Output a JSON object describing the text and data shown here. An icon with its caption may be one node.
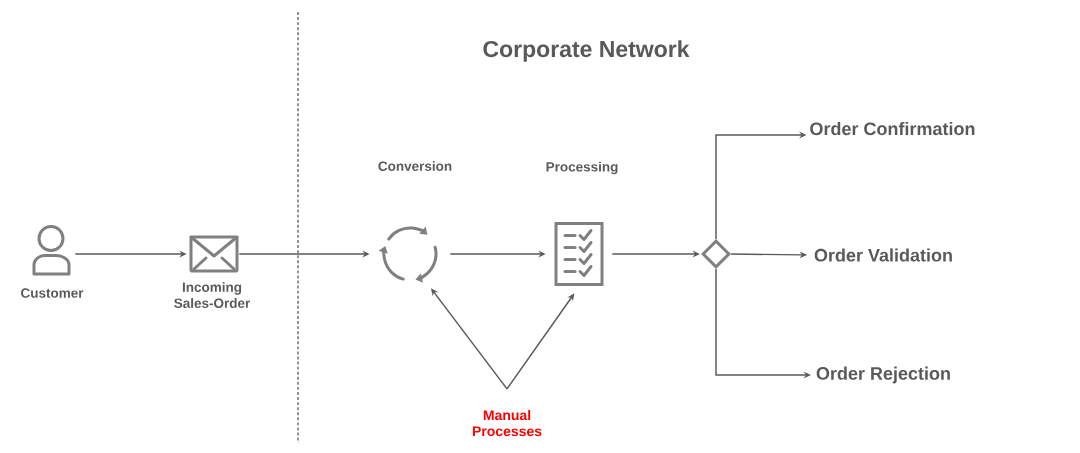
{
  "diagram": {
    "title": "Corporate Network",
    "nodes": [
      {
        "text": [],
        "shape": "person",
        "beside": [
          "Customer"
        ]
      },
      {
        "text": [],
        "shape": "picture",
        "beside": [
          "Incoming Sales-Order"
        ]
      },
      {
        "text": [],
        "shape": "picture"
      },
      {
        "text": [],
        "shape": "picture"
      },
      {
        "text": [],
        "shape": "diamond"
      },
      {
        "text": [
          "Order Confirmation"
        ]
      },
      {
        "text": [
          "Order Validation"
        ]
      },
      {
        "text": [
          "Order Rejection"
        ]
      },
      {
        "text": [
          "Manual Processes"
        ]
      }
    ],
    "edges": [
      {
        "from": 0,
        "to": 1,
        "arrow": "to"
      },
      {
        "from": 1,
        "to": 2,
        "arrow": "to"
      },
      {
        "from": 2,
        "to": 3,
        "arrow": "to"
      },
      {
        "from": 3,
        "to": 4,
        "arrow": "to"
      },
      {
        "from": 4,
        "to": 5,
        "arrow": "to"
      },
      {
        "from": 4,
        "to": 6,
        "arrow": "to"
      },
      {
        "from": 4,
        "to": 7,
        "arrow": "to"
      },
      {
        "from": 8,
        "to": 2,
        "arrow": "to"
      },
      {
        "from": 8,
        "to": 3,
        "arrow": "to"
      }
    ],
    "labels": [
      "Conversion",
      "Processing"
    ]
  }
}
